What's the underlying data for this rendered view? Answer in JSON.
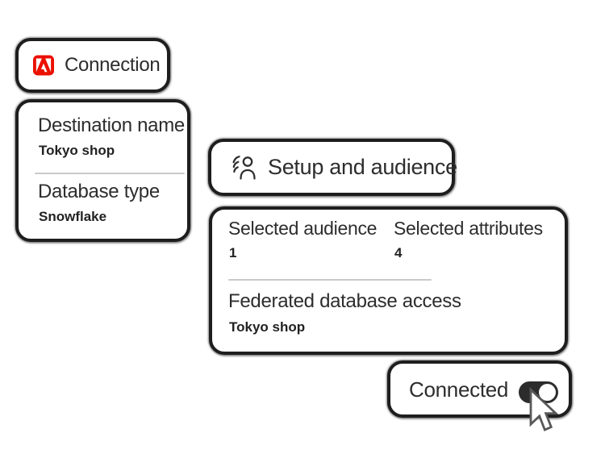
{
  "colors": {
    "accent_red": "#EB1000",
    "border": "#1E1E1E",
    "text": "#2D2D2D",
    "divider": "#C9C9C9",
    "card_bg": "#FFFFFF",
    "toggle_on": "#2C2C2C"
  },
  "connection_card": {
    "title": "Connection",
    "icon": "adobe-logo-icon"
  },
  "destination_card": {
    "fields": [
      {
        "label": "Destination name",
        "value": "Tokyo shop"
      },
      {
        "label": "Database type",
        "value": "Snowflake"
      }
    ]
  },
  "setup_card": {
    "title": "Setup and audience",
    "icon": "audience-icon"
  },
  "summary_card": {
    "stats": [
      {
        "label": "Selected audience",
        "value": "1"
      },
      {
        "label": "Selected attributes",
        "value": "4"
      }
    ],
    "field": {
      "label": "Federated database access",
      "value": "Tokyo shop"
    }
  },
  "connected_card": {
    "label": "Connected",
    "toggle_state": "on"
  }
}
